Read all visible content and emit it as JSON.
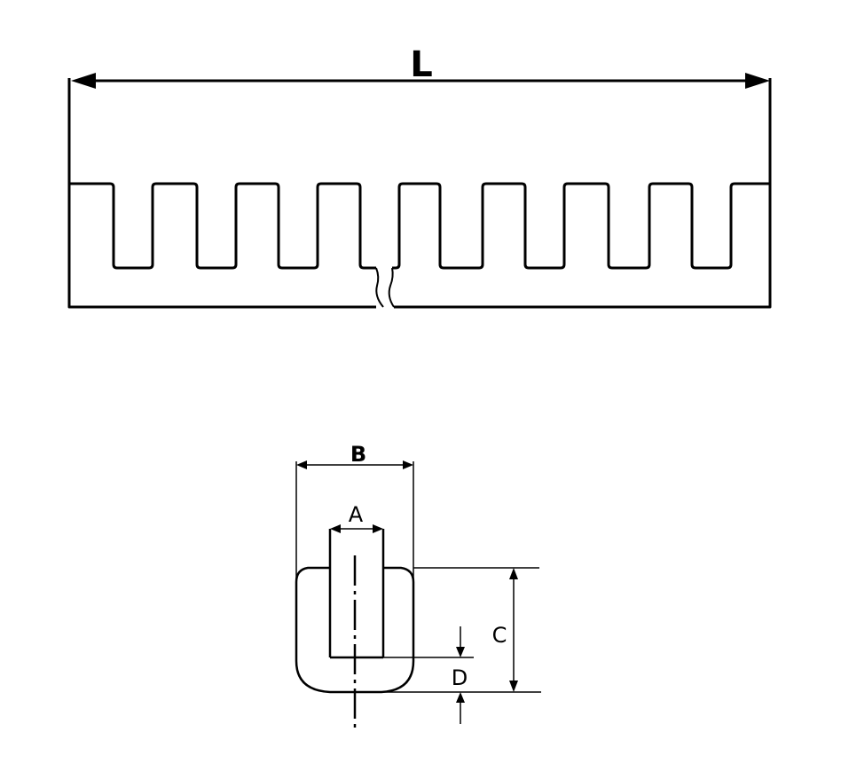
{
  "labels": {
    "length": "L",
    "width_outer": "B",
    "width_inner": "A",
    "height": "C",
    "base": "D"
  },
  "colors": {
    "line": "#000000",
    "background": "#ffffff"
  }
}
